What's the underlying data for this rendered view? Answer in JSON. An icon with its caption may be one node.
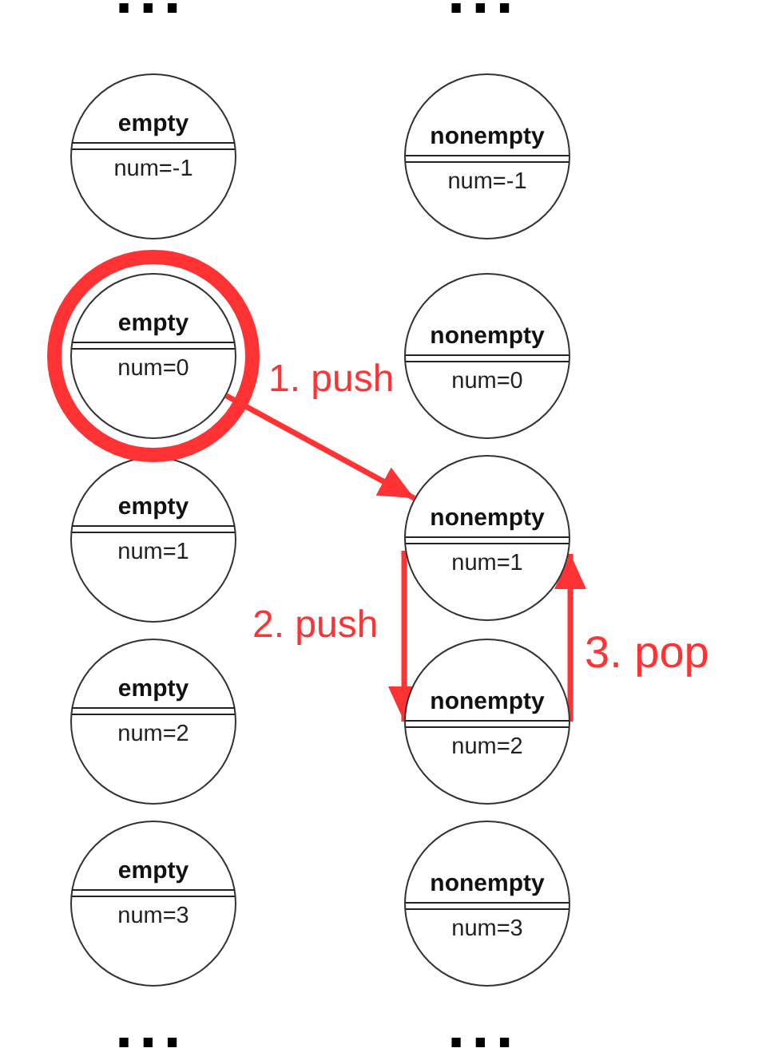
{
  "diagram": {
    "nodes": [
      {
        "text": [
          "empty",
          "num=-1"
        ]
      },
      {
        "text": [
          "empty",
          "num=0"
        ]
      },
      {
        "text": [
          "empty",
          "num=1"
        ]
      },
      {
        "text": [
          "empty",
          "num=2"
        ]
      },
      {
        "text": [
          "empty",
          "num=3"
        ]
      },
      {
        "text": [
          "nonempty",
          "num=-1"
        ]
      },
      {
        "text": [
          "nonempty",
          "num=0"
        ]
      },
      {
        "text": [
          "nonempty",
          "num=1"
        ]
      },
      {
        "text": [
          "nonempty",
          "num=2"
        ]
      },
      {
        "text": [
          "nonempty",
          "num=3"
        ]
      }
    ],
    "edges": [
      {
        "from": 1,
        "to": 7,
        "arrow": "to",
        "label": "1. push"
      },
      {
        "from": 7,
        "to": 8,
        "arrow": "to",
        "label": "2. push"
      },
      {
        "from": 8,
        "to": 7,
        "arrow": "to",
        "label": "3. pop"
      }
    ],
    "labels": [
      "...",
      "...",
      "...",
      "..."
    ]
  }
}
